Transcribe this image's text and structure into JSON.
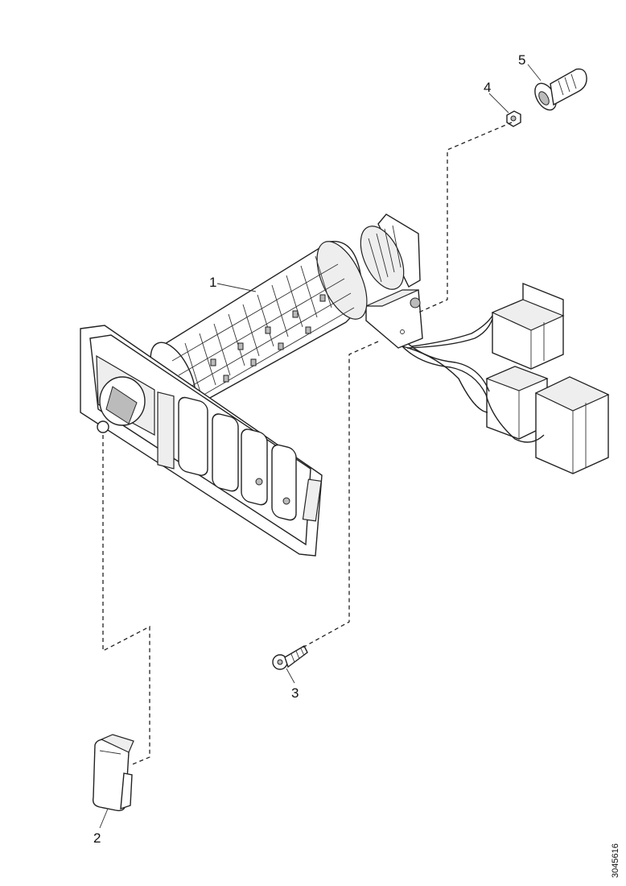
{
  "callouts": {
    "c1": "1",
    "c2": "2",
    "c3": "3",
    "c4": "4",
    "c5": "5"
  },
  "reference": "3045616",
  "parts": [
    {
      "id": "1",
      "name": "rotary-switch-assembly-with-panel"
    },
    {
      "id": "2",
      "name": "switch-knob-cap"
    },
    {
      "id": "3",
      "name": "screw"
    },
    {
      "id": "4",
      "name": "nut"
    },
    {
      "id": "5",
      "name": "bolt"
    }
  ]
}
